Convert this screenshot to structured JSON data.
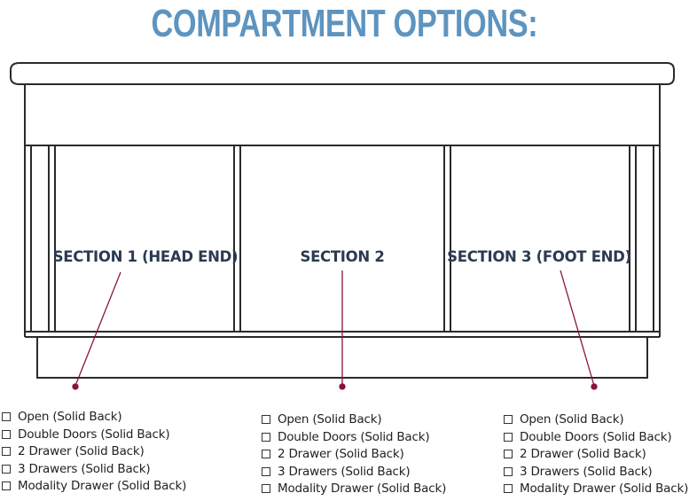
{
  "title": "COMPARTMENT OPTIONS:",
  "colors": {
    "title": "#5d94c0",
    "leader": "#8a1538",
    "label": "#2b3a52",
    "outline": "#2a2a2a"
  },
  "sections": [
    {
      "label": "SECTION 1 (HEAD END)",
      "options": [
        "Open (Solid Back)",
        "Double Doors (Solid Back)",
        "2 Drawer (Solid Back)",
        "3 Drawers (Solid Back)",
        "Modality Drawer (Solid Back)"
      ]
    },
    {
      "label": "SECTION 2",
      "options": [
        "Open (Solid Back)",
        "Double Doors (Solid Back)",
        "2 Drawer (Solid Back)",
        "3 Drawers (Solid Back)",
        "Modality Drawer (Solid Back)"
      ]
    },
    {
      "label": "SECTION 3 (FOOT END)",
      "options": [
        "Open (Solid Back)",
        "Double Doors (Solid Back)",
        "2 Drawer (Solid Back)",
        "3 Drawers (Solid Back)",
        "Modality Drawer (Solid Back)"
      ]
    }
  ]
}
